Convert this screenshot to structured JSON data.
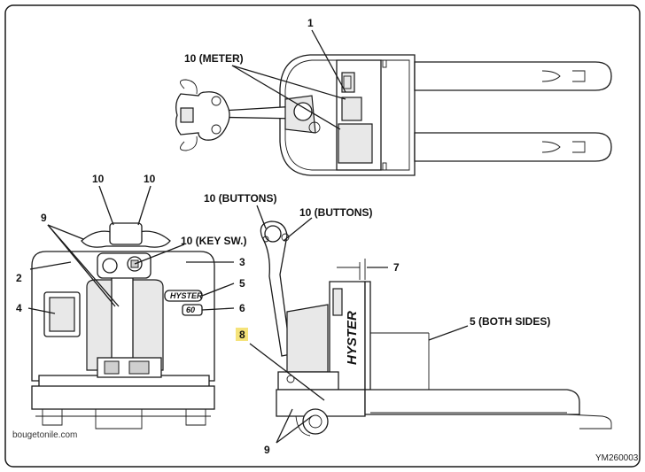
{
  "labels": {
    "l1": "1",
    "meter": "10 (METER)",
    "top_left_10": "10",
    "top_right_10": "10",
    "buttons_a": "10 (BUTTONS)",
    "buttons_b": "10 (BUTTONS)",
    "l9_top": "9",
    "key_sw": "10 (KEY SW.)",
    "l2": "2",
    "l3": "3",
    "l5": "5",
    "l4": "4",
    "l6": "6",
    "l7": "7",
    "both_sides": "5 (BOTH SIDES)",
    "l8": "8",
    "l9_bottom": "9"
  },
  "brand": {
    "side": "HYSTER",
    "front": "HYSTER",
    "model": "60"
  },
  "watermark": "bougetonile.com",
  "figure_code": "YM260003",
  "colors": {
    "badge": "#f5e37a",
    "line": "#1a1a1a",
    "panel": "#e8e8e8"
  }
}
